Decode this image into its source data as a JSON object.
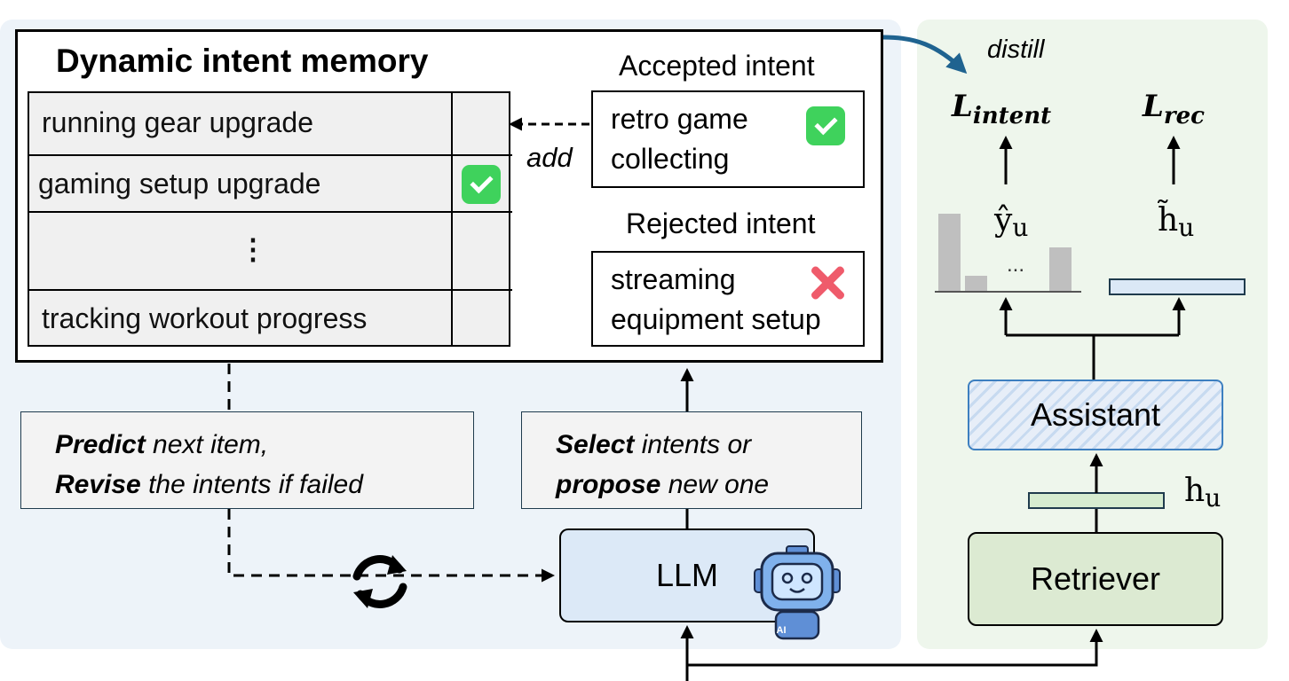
{
  "memory": {
    "title": "Dynamic intent memory",
    "rows": [
      {
        "text": "running gear upgrade",
        "accepted": false
      },
      {
        "text": "gaming setup upgrade",
        "accepted": true
      },
      {
        "text": "⋮",
        "accepted": false
      },
      {
        "text": "tracking workout progress",
        "accepted": false
      }
    ]
  },
  "accepted": {
    "heading": "Accepted intent",
    "line1": "retro game",
    "line2": "collecting",
    "status_icon": "green-check-icon"
  },
  "rejected": {
    "heading": "Rejected intent",
    "line1": "streaming",
    "line2": "equipment setup",
    "status_icon": "red-x-icon"
  },
  "add_label": "add",
  "predict_note": {
    "bold1": "Predict",
    "rest1": " next item,",
    "bold2": "Revise",
    "rest2": " the intents if failed"
  },
  "select_note": {
    "bold1": "Select",
    "rest1": " intents or",
    "bold2": "propose",
    "rest2": " new one"
  },
  "llm_label": "LLM",
  "robot_badge": "AI",
  "distill_label": "distill",
  "loss_intent": {
    "main": "L",
    "sub": "intent"
  },
  "loss_rec": {
    "main": "L",
    "sub": "rec"
  },
  "y_hat_label": "ŷ",
  "h_tilde_label": "h̃",
  "h_label": "h",
  "subscript_u": "u",
  "ellipsis": "...",
  "assistant_label": "Assistant",
  "retriever_label": "Retriever",
  "colors": {
    "left_panel": "#edf3f9",
    "right_panel": "#eef6ec",
    "check_green": "#3fd25c",
    "reject_red": "#ef5b6b",
    "distill_arrow": "#1f6390"
  }
}
